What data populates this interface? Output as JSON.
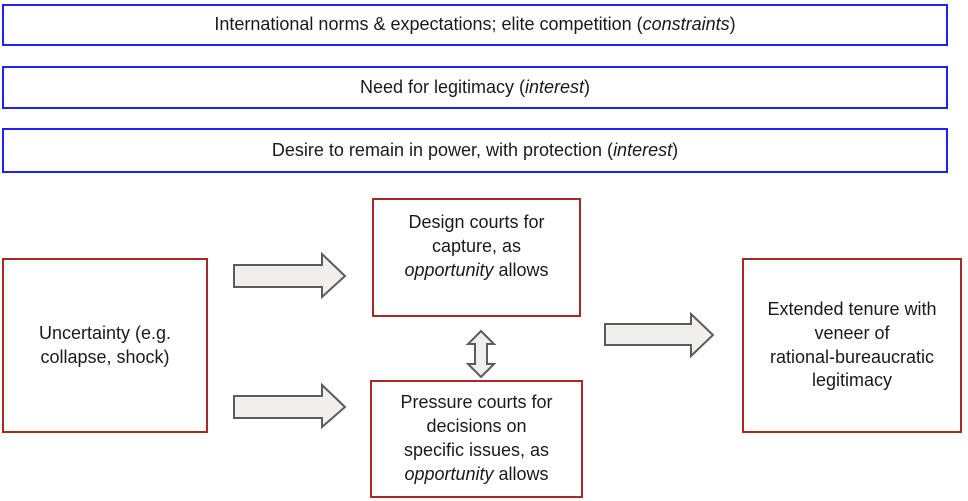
{
  "colors": {
    "blue_border": "#2121f0",
    "red_border": "#a62a24",
    "arrow_fill": "#f0efec",
    "arrow_stroke": "#5b5b5b",
    "text": "#1a1a1a"
  },
  "context_bars": [
    {
      "before": "International norms & expectations; elite competition (",
      "italic": "constraints",
      "after": ")"
    },
    {
      "before": "Need for legitimacy (",
      "italic": "interest",
      "after": ")"
    },
    {
      "before": "Desire to remain in power, with protection (",
      "italic": "interest",
      "after": ")"
    }
  ],
  "flow": {
    "uncertainty": {
      "text": "Uncertainty (e.g.\ncollapse, shock)"
    },
    "design": {
      "before": "Design courts for\ncapture, as\n",
      "italic": "opportunity",
      "after": " allows"
    },
    "pressure": {
      "before": "Pressure courts for\ndecisions on\nspecific issues, as\n",
      "italic": "opportunity",
      "after": " allows"
    },
    "outcome": {
      "text": "Extended tenure with\nveneer of\nrational-bureaucratic\nlegitimacy"
    }
  },
  "arrows": [
    {
      "name": "uncertainty-to-design",
      "type": "block-arrow-right"
    },
    {
      "name": "uncertainty-to-pressure",
      "type": "block-arrow-right"
    },
    {
      "name": "design-pressure-two-way",
      "type": "block-arrow-vertical-double"
    },
    {
      "name": "strategies-to-outcome",
      "type": "block-arrow-right"
    }
  ]
}
